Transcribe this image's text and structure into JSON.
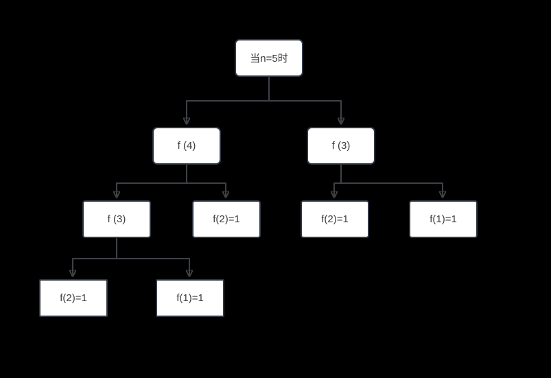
{
  "diagram": {
    "colors": {
      "background": "#000000",
      "node_fill": "#ffffff",
      "node_border": "#2f3744",
      "edge": "#3e4247",
      "text": "#3b3b3b"
    },
    "nodes": [
      {
        "id": "root",
        "label": "当n=5时"
      },
      {
        "id": "f4",
        "label": "f (4)"
      },
      {
        "id": "f3-right",
        "label": "f (3)"
      },
      {
        "id": "f3-left",
        "label": "f (3)"
      },
      {
        "id": "f2-mid-left",
        "label": "f(2)=1"
      },
      {
        "id": "f2-mid-right",
        "label": "f(2)=1"
      },
      {
        "id": "f1-mid-right",
        "label": "f(1)=1"
      },
      {
        "id": "f2-bottom-left",
        "label": "f(2)=1"
      },
      {
        "id": "f1-bottom-right",
        "label": "f(1)=1"
      }
    ],
    "edges": [
      {
        "from": "root",
        "to": "f4"
      },
      {
        "from": "root",
        "to": "f3-right"
      },
      {
        "from": "f4",
        "to": "f3-left"
      },
      {
        "from": "f4",
        "to": "f2-mid-left"
      },
      {
        "from": "f3-right",
        "to": "f2-mid-right"
      },
      {
        "from": "f3-right",
        "to": "f1-mid-right"
      },
      {
        "from": "f3-left",
        "to": "f2-bottom-left"
      },
      {
        "from": "f3-left",
        "to": "f1-bottom-right"
      }
    ]
  }
}
